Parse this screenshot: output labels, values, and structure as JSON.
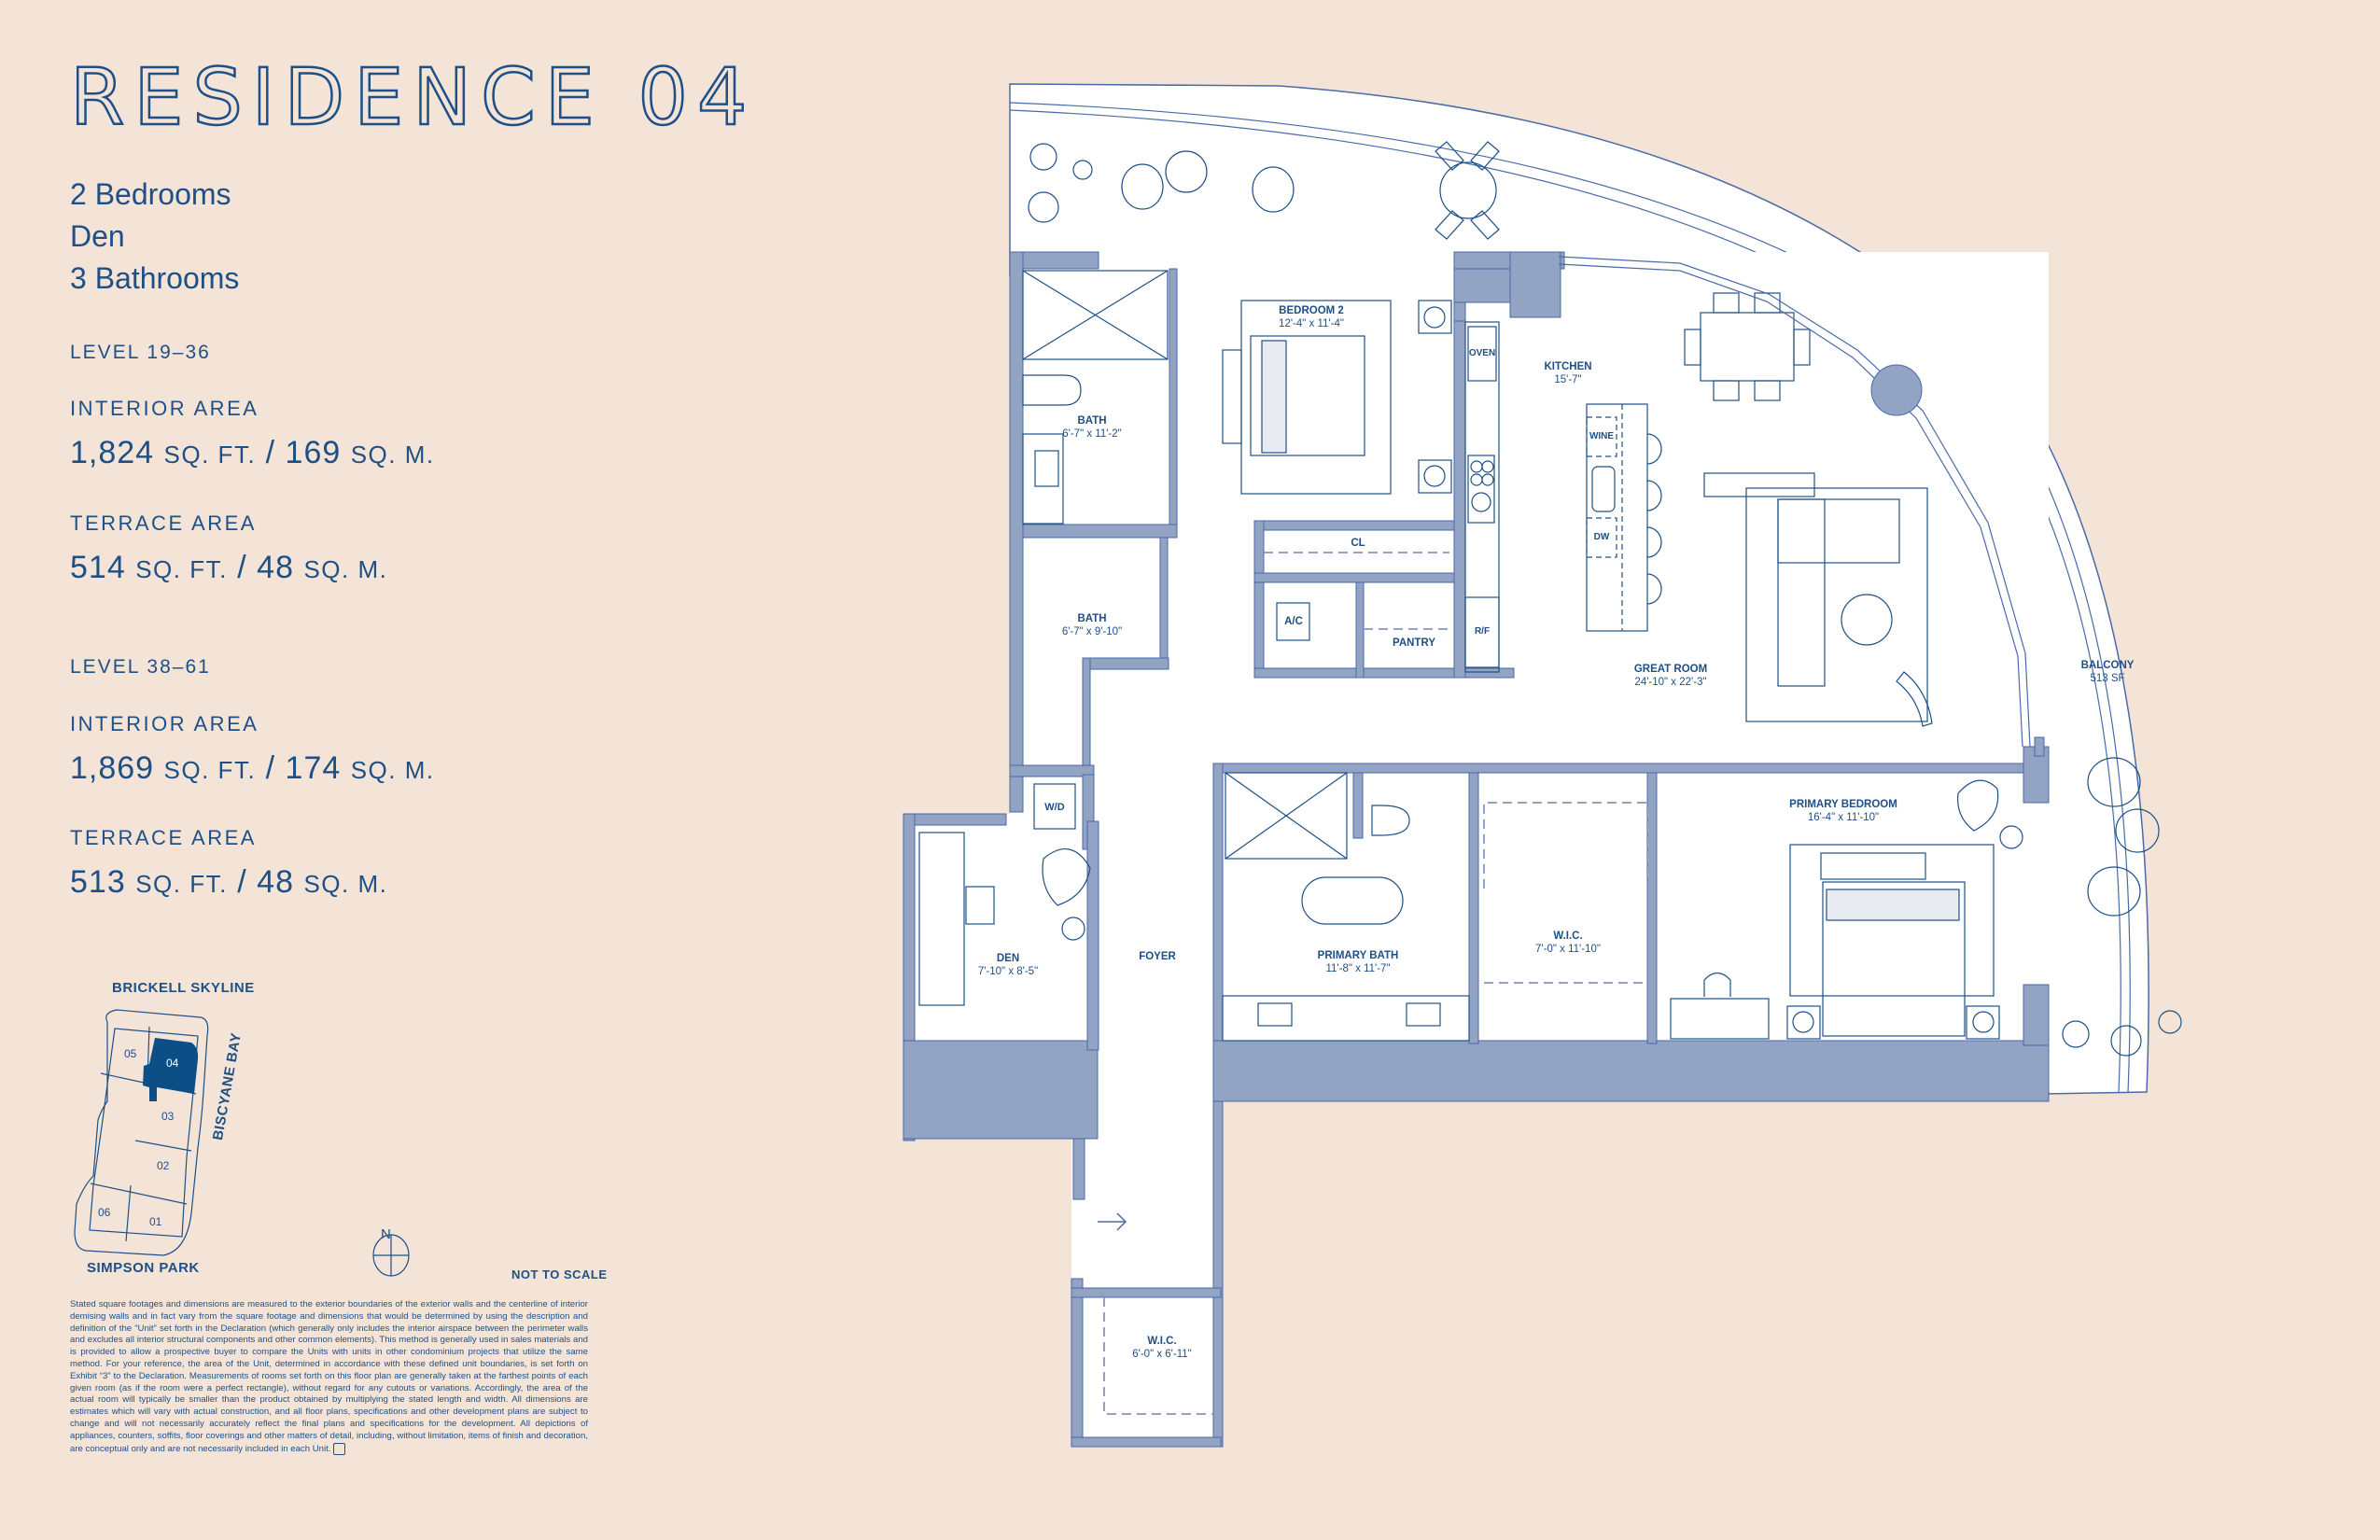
{
  "header": {
    "title": "RESIDENCE 04"
  },
  "summary": {
    "bedrooms": "2 Bedrooms",
    "den": "Den",
    "bathrooms": "3 Bathrooms"
  },
  "levels": [
    {
      "label": "LEVEL 19–36",
      "interior_label": "INTERIOR AREA",
      "interior_sqft": "1,824",
      "interior_sqm": "169",
      "terrace_label": "TERRACE AREA",
      "terrace_sqft": "514",
      "terrace_sqm": "48"
    },
    {
      "label": "LEVEL 38–61",
      "interior_label": "INTERIOR AREA",
      "interior_sqft": "1,869",
      "interior_sqm": "174",
      "terrace_label": "TERRACE AREA",
      "terrace_sqft": "513",
      "terrace_sqm": "48"
    }
  ],
  "units": {
    "sqft": "SQ. FT.",
    "slash": "/",
    "sqm": "SQ. M."
  },
  "keyplan": {
    "top_label": "BRICKELL SKYLINE",
    "bottom_label": "SIMPSON PARK",
    "side_label": "BISCYANE BAY",
    "units": [
      "05",
      "04",
      "03",
      "02",
      "06",
      "01"
    ],
    "highlighted_unit": "04",
    "compass": "N",
    "scale_note": "NOT TO SCALE"
  },
  "disclaimer": "Stated square footages and dimensions are measured to the exterior boundaries of the exterior walls and the centerline of interior demising walls and in fact vary from the square footage and dimensions that would be determined by using the description and definition of the “Unit” set forth in the Declaration (which generally only includes the interior airspace between the perimeter walls and excludes all interior structural components and other common elements). This method is generally used in sales materials and is provided to allow a prospective buyer to compare the Units with units in other condominium projects that utilize the same method. For your reference, the area of the Unit, determined in accordance with these defined unit boundaries, is set forth on Exhibit “3” to the Declaration. Measurements of rooms set forth on this floor plan are generally taken at the farthest points of each given room (as if the room were a perfect rectangle), without regard for any cutouts or variations. Accordingly, the area of the actual room will typically be smaller than the product obtained by multiplying the stated length and width.  All dimensions are estimates which will vary with actual construction, and all floor plans, specifications and other development plans are subject to change and will not necessarily accurately reflect the final plans and specifications for the development. All depictions of appliances, counters, soffits, floor coverings and other matters of detail, including, without limitation, items of finish and decoration, are conceptual only and are not necessarily included in each Unit.",
  "rooms": {
    "bedroom2": {
      "name": "BEDROOM 2",
      "dims": "12'-4\" x 11'-4\""
    },
    "bath1": {
      "name": "BATH",
      "dims": "6'-7\" x 11'-2\""
    },
    "bath2": {
      "name": "BATH",
      "dims": "6'-7\" x 9'-10\""
    },
    "kitchen": {
      "name": "KITCHEN",
      "dims": "15'-7\""
    },
    "great_room": {
      "name": "GREAT ROOM",
      "dims": "24'-10\" x 22'-3\""
    },
    "balcony": {
      "name": "BALCONY",
      "dims": "513 SF"
    },
    "primary_bedroom": {
      "name": "PRIMARY BEDROOM",
      "dims": "16'-4\" x 11'-10\""
    },
    "primary_bath": {
      "name": "PRIMARY BATH",
      "dims": "11'-8\" x 11'-7\""
    },
    "wic1": {
      "name": "W.I.C.",
      "dims": "7'-0\" x 11'-10\""
    },
    "wic2": {
      "name": "W.I.C.",
      "dims": "6'-0\" x 6'-11\""
    },
    "den": {
      "name": "DEN",
      "dims": "7'-10\" x 8'-5\""
    },
    "foyer": {
      "name": "FOYER"
    },
    "closet": {
      "name": "CL"
    },
    "ac": {
      "name": "A/C"
    },
    "pantry": {
      "name": "PANTRY"
    },
    "oven": {
      "name": "OVEN"
    },
    "wine": {
      "name": "WINE"
    },
    "dw": {
      "name": "DW"
    },
    "rf": {
      "name": "R/F"
    },
    "wd": {
      "name": "W/D"
    }
  },
  "colors": {
    "background": "#f3e4d7",
    "ink": "#1e4f86",
    "wall": "#93a3c4",
    "floor": "#ffffff",
    "highlight": "#0b4f86"
  }
}
